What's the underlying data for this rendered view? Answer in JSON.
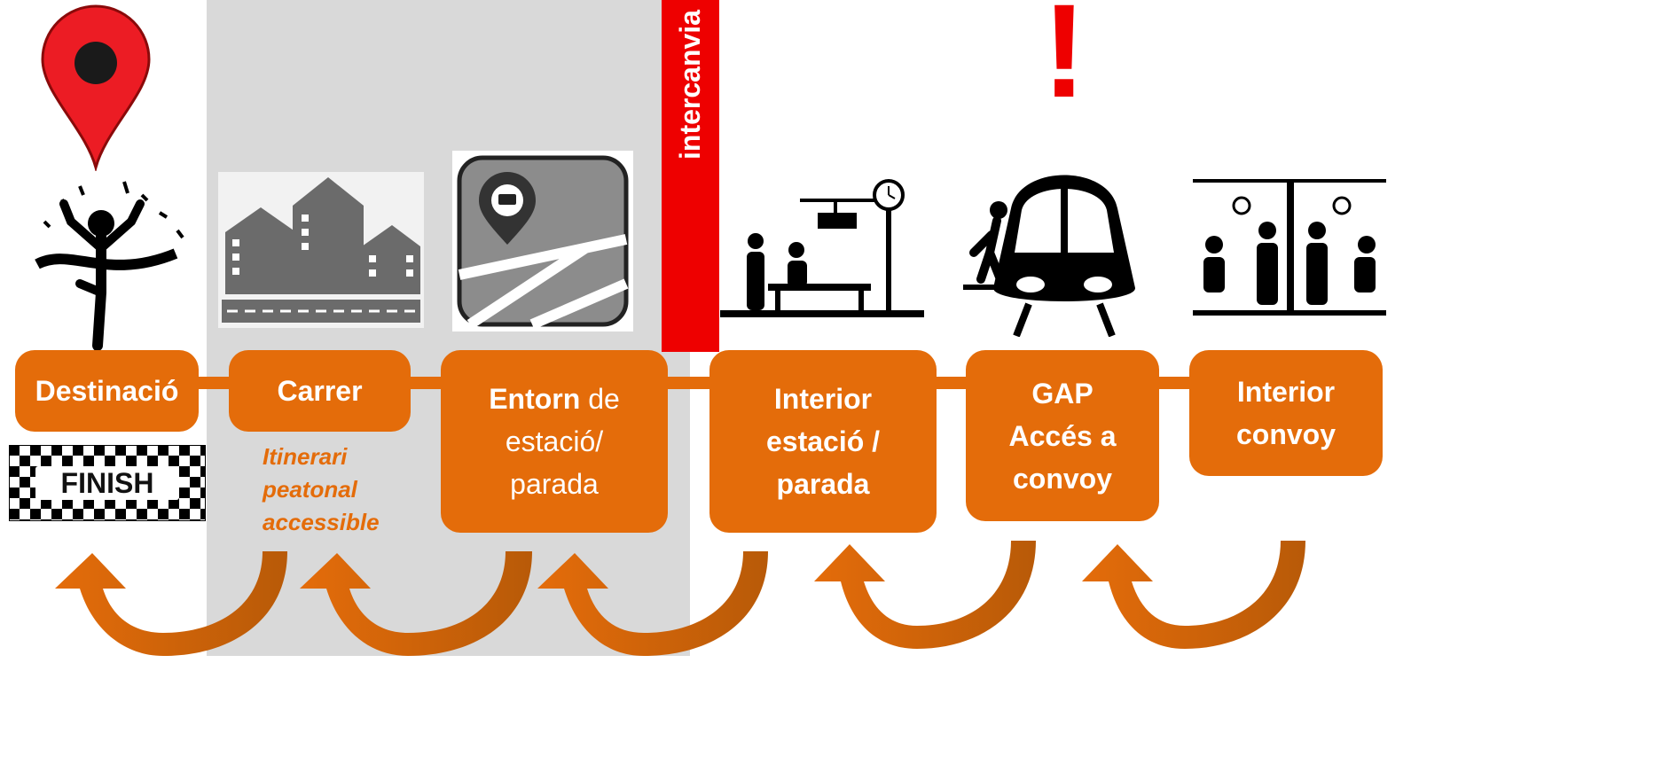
{
  "red_bar_label": "intercanvia",
  "exclamation": "!",
  "finish_sign": "FINISH",
  "steps": [
    {
      "strong": "Destinació"
    },
    {
      "strong": "Carrer",
      "subtitle_lines": [
        "Itinerari",
        "peatonal",
        "accessible"
      ]
    },
    {
      "strong": "Entorn",
      "rest": " de",
      "line2": "estació/",
      "line3": "parada"
    },
    {
      "line1": "Interior",
      "line2": "estació /",
      "line3": "parada"
    },
    {
      "line1": "GAP",
      "line2": "Accés a",
      "line3": "convoy"
    },
    {
      "line1": "Interior",
      "line2": "convoy"
    }
  ],
  "icons": [
    "map-pin-icon",
    "finish-runner-icon",
    "finish-flag-icon",
    "city-street-icon",
    "bus-stop-map-icon",
    "station-platform-icon",
    "train-boarding-icon",
    "train-interior-icon",
    "curved-arrow-icon"
  ],
  "colors": {
    "step_orange": "#e46c0a",
    "arrow_orange": "#e46c0a",
    "alert_red": "#ee0000",
    "zone_gray": "#d9d9d9"
  }
}
